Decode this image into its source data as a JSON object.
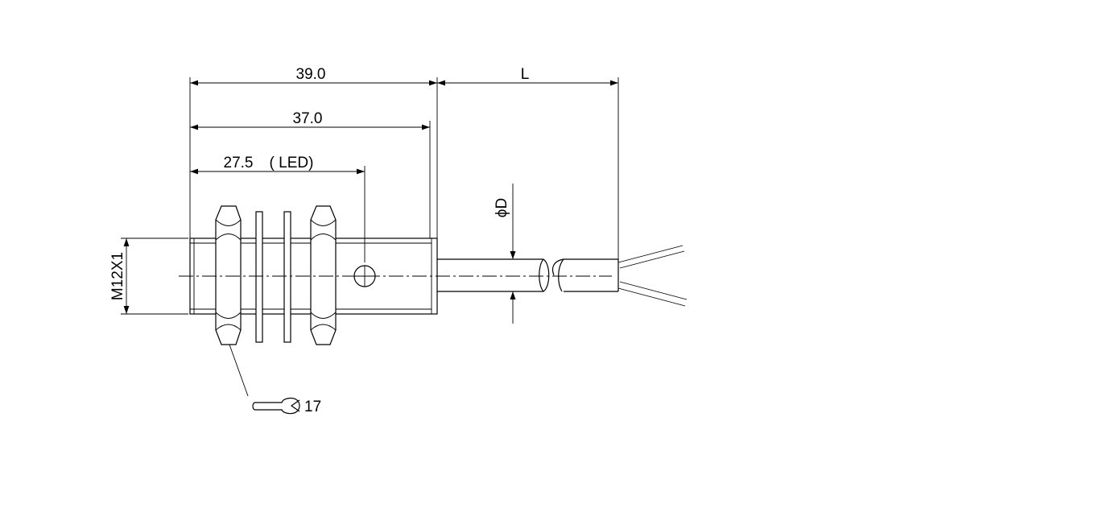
{
  "dimensions": {
    "overall_length": "39.0",
    "housing_length": "37.0",
    "led_position": "27.5",
    "led_label": "( LED)",
    "cable_length": "L",
    "cable_diameter": "ϕD",
    "thread": "M12X1",
    "wrench_size": "17"
  }
}
